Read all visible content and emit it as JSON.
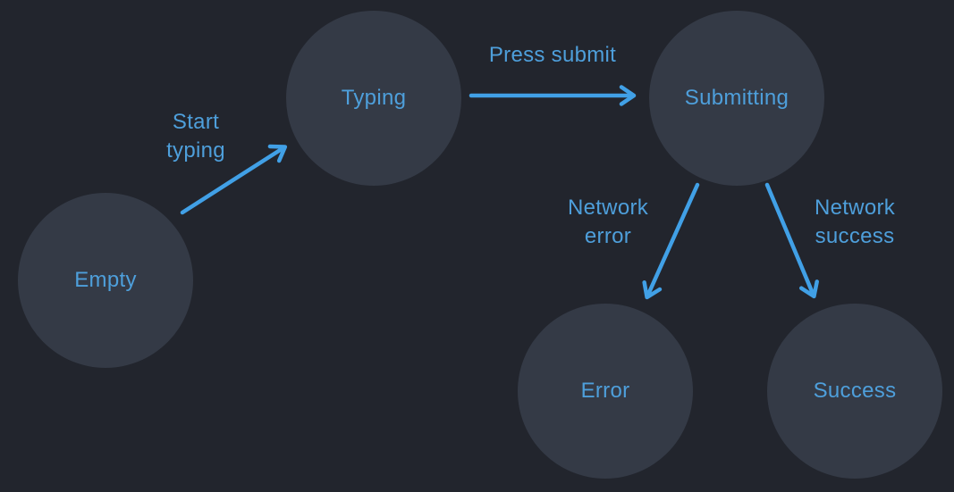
{
  "colors": {
    "background": "#22252D",
    "node_fill": "#343A46",
    "label_text": "#4E9FDB",
    "arrow": "#41A0E6"
  },
  "states": {
    "empty": {
      "label": "Empty"
    },
    "typing": {
      "label": "Typing"
    },
    "submitting": {
      "label": "Submitting"
    },
    "error": {
      "label": "Error"
    },
    "success": {
      "label": "Success"
    }
  },
  "transitions": {
    "start_typing": {
      "line1": "Start",
      "line2": "typing"
    },
    "press_submit": {
      "line1": "Press submit"
    },
    "network_error": {
      "line1": "Network",
      "line2": "error"
    },
    "network_success": {
      "line1": "Network",
      "line2": "success"
    }
  }
}
